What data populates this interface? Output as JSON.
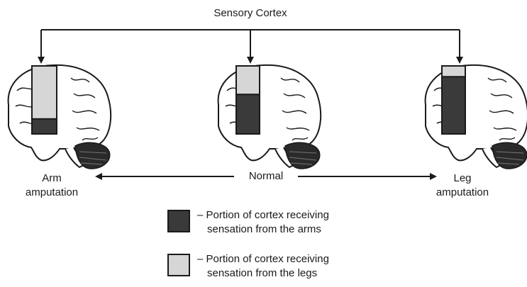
{
  "title": "Sensory Cortex",
  "labels": {
    "left": [
      "Arm",
      "amputation"
    ],
    "center": "Normal",
    "right": [
      "Leg",
      "amputation"
    ]
  },
  "legend": [
    {
      "dash": "–",
      "line1": "Portion of cortex receiving",
      "line2": "sensation from the arms",
      "color": "#3a3a3a"
    },
    {
      "dash": "–",
      "line1": "Portion of cortex receiving",
      "line2": "sensation from the legs",
      "color": "#d6d6d6"
    }
  ],
  "brains": [
    {
      "name": "arm-amputation",
      "legs_fraction": 0.78,
      "arms_fraction": 0.22
    },
    {
      "name": "normal",
      "legs_fraction": 0.42,
      "arms_fraction": 0.58
    },
    {
      "name": "leg-amputation",
      "legs_fraction": 0.16,
      "arms_fraction": 0.84
    }
  ],
  "colors": {
    "ink": "#1a1a1a",
    "arms": "#3a3a3a",
    "legs": "#d6d6d6"
  }
}
